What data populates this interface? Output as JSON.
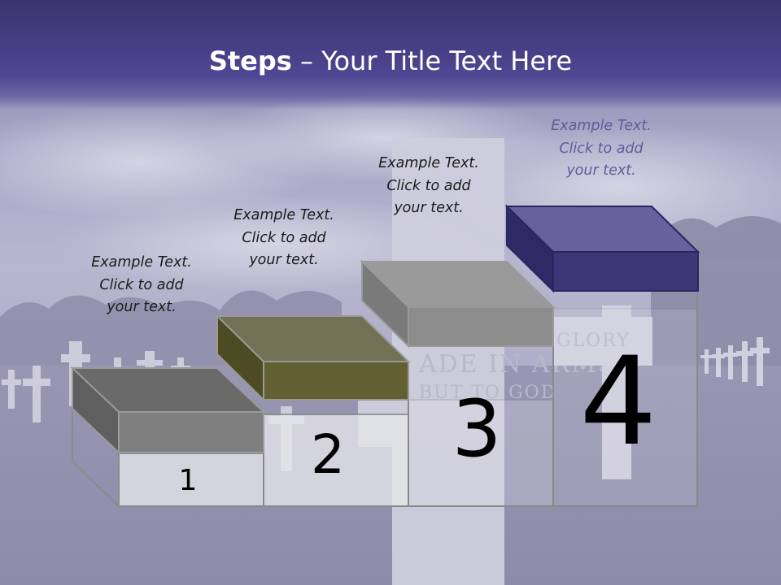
{
  "slide": {
    "title_bold": "Steps",
    "title_rest": " – Your Title Text Here",
    "steps": [
      {
        "number": "1",
        "lines": [
          "Example Text.",
          "Click  to add",
          "your text."
        ],
        "color": "#7f7f7f"
      },
      {
        "number": "2",
        "lines": [
          "Example Text.",
          "Click  to add",
          "your text."
        ],
        "color": "#625f33"
      },
      {
        "number": "3",
        "lines": [
          "Example Text.",
          "Click  to add",
          "your text."
        ],
        "color": "#8c8c8c"
      },
      {
        "number": "4",
        "lines": [
          "Example Text.",
          "Click  to add",
          "your text."
        ],
        "color": "#3d3778"
      }
    ]
  },
  "colors": {
    "header": "#463f86",
    "title_text": "#ffffff",
    "accent_purple": "#3d3778",
    "accent_olive": "#625f33",
    "step4_text": "#615b9c"
  }
}
